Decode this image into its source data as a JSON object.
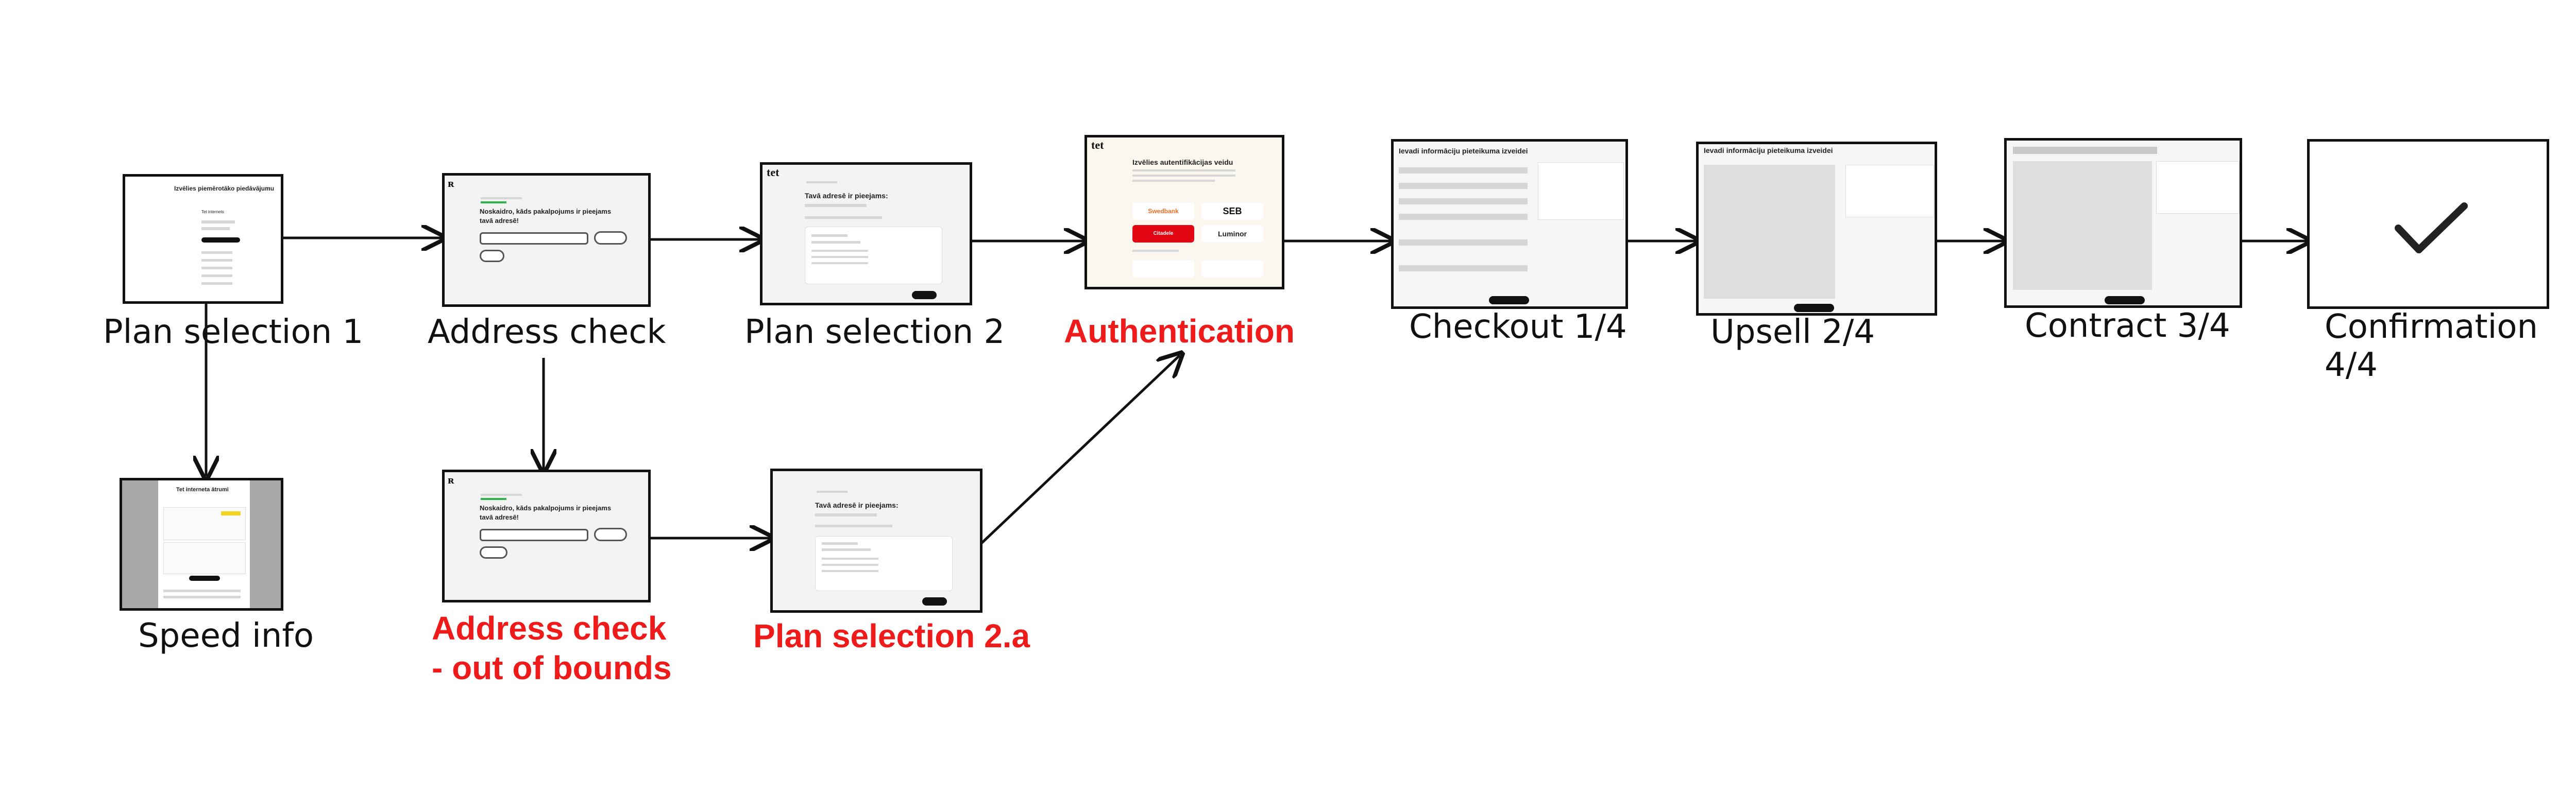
{
  "nodes": {
    "plan_selection_1": {
      "label": "Plan selection 1",
      "screen_title": "Izvēlies piemērotāko piedāvājumu",
      "screen_sub": "Tet internets"
    },
    "address_check": {
      "label": "Address check",
      "screen_line1": "Noskaidro, kāds pakalpojums ir pieejams",
      "screen_line2": "tavā adresē!"
    },
    "plan_selection_2": {
      "label": "Plan selection 2",
      "logo": "tet",
      "screen_title": "Tavā adresē ir pieejams:"
    },
    "authentication": {
      "label": "Authentication",
      "logo": "tet",
      "screen_title": "Izvēlies autentifikācijas veidu",
      "banks": [
        "Swedbank",
        "SEB",
        "Citadele",
        "Luminor"
      ]
    },
    "checkout": {
      "label": "Checkout 1/4",
      "screen_title": "Ievadi informāciju pieteikuma izveidei"
    },
    "upsell": {
      "label": "Upsell 2/4",
      "screen_title": "Ievadi informāciju pieteikuma izveidei"
    },
    "contract": {
      "label": "Contract 3/4"
    },
    "confirmation": {
      "label_line1": "Confirmation",
      "label_line2": "4/4"
    },
    "speed_info": {
      "label": "Speed info",
      "screen_title": "Tet interneta ātrumi"
    },
    "address_check_oob": {
      "label_line1": "Address check",
      "label_line2": "- out of bounds",
      "screen_line1": "Noskaidro, kāds pakalpojums ir pieejams",
      "screen_line2": "tavā adresē!"
    },
    "plan_selection_2a": {
      "label": "Plan selection 2.a",
      "screen_title": "Tavā adresē ir pieejams:"
    }
  },
  "colors": {
    "error_label": "#ef1b1b",
    "stroke": "#111111"
  }
}
